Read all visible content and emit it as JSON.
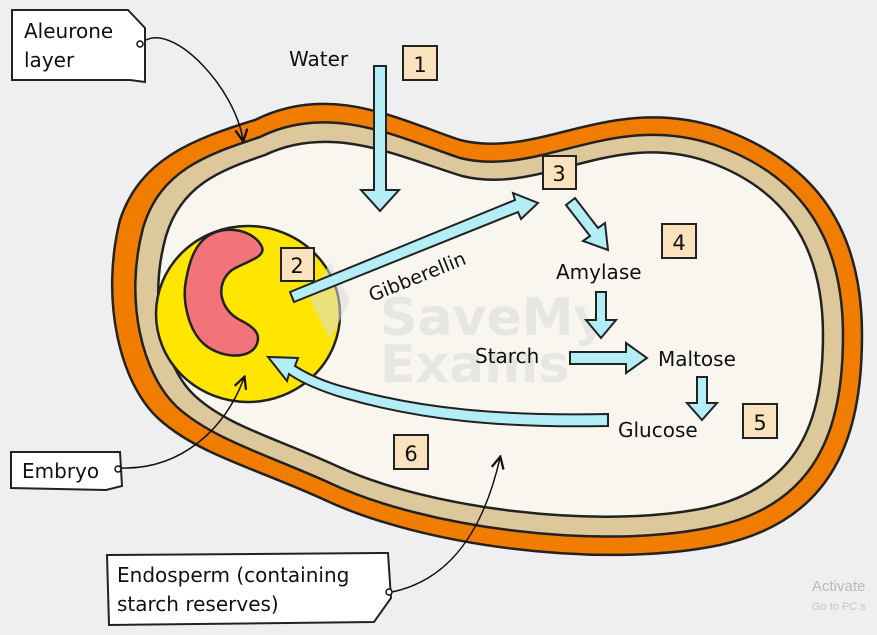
{
  "labels": {
    "aleurone_line1": "Aleurone",
    "aleurone_line2": "layer",
    "embryo": "Embryo",
    "endosperm_line1": "Endosperm (containing",
    "endosperm_line2": "starch reserves)",
    "water": "Water",
    "gibberellin": "Gibberellin",
    "amylase": "Amylase",
    "starch": "Starch",
    "maltose": "Maltose",
    "glucose": "Glucose"
  },
  "steps": [
    "1",
    "2",
    "3",
    "4",
    "5",
    "6"
  ],
  "watermark": {
    "line1": "SaveMy",
    "line2": "Exams"
  },
  "system_overlay": {
    "activate": "Activate",
    "goto": "Go to PC s"
  },
  "colors": {
    "background": "#efefef",
    "testa": "#f07d00",
    "aleurone": "#dcc89a",
    "endosperm": "#f8f6ef",
    "embryo": "#ffe600",
    "radicle": "#f2737a",
    "arrow": "#b3eef7",
    "step_box": "#fbe2bf"
  }
}
